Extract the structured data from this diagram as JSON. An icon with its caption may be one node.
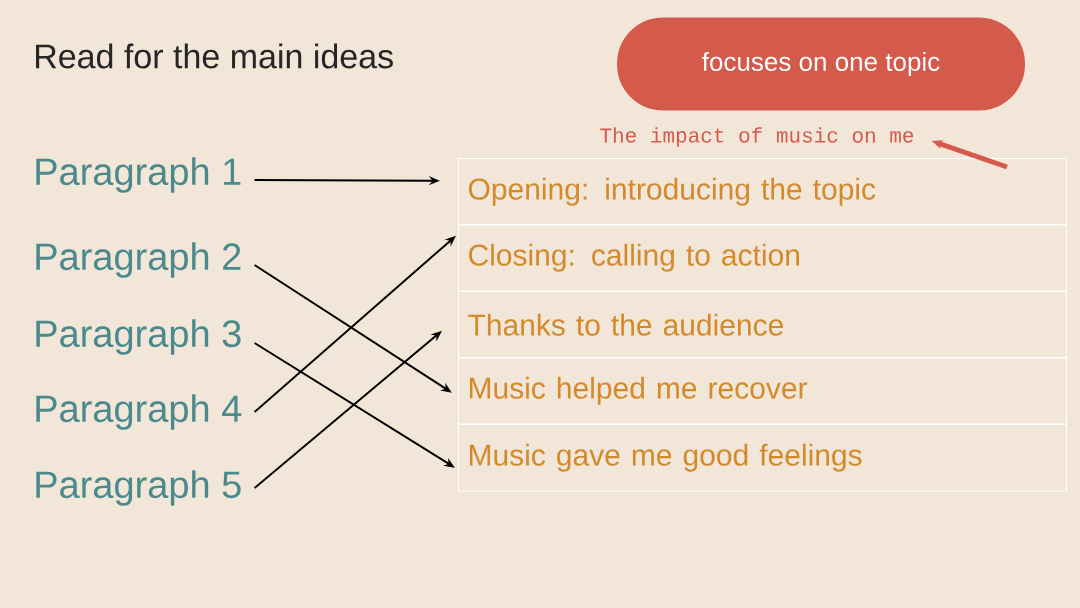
{
  "diagram": {
    "title": "Read for the main ideas",
    "nodes": [
      {
        "text": [
          "focuses on one topic"
        ]
      },
      {
        "text": [
          "The impact of music on me"
        ]
      },
      {
        "text": [
          "Paragraph 1"
        ]
      },
      {
        "text": [
          "Paragraph 2"
        ]
      },
      {
        "text": [
          "Paragraph 3"
        ]
      },
      {
        "text": [
          "Paragraph 4"
        ]
      },
      {
        "text": [
          "Paragraph 5"
        ]
      },
      {
        "text": [
          "Opening: introducing the topic"
        ]
      },
      {
        "text": [
          "Closing: calling to action"
        ]
      },
      {
        "text": [
          "Thanks to the audience"
        ]
      },
      {
        "text": [
          "Music helped me recover"
        ]
      },
      {
        "text": [
          "Music gave me good feelings"
        ]
      }
    ],
    "edges": [
      {
        "from": 7,
        "to": 1,
        "arrow": "to",
        "style": "thick",
        "color": "#d45b4c"
      },
      {
        "from": 2,
        "to": 7,
        "arrow": "to"
      },
      {
        "from": 3,
        "to": 10,
        "arrow": "to"
      },
      {
        "from": 4,
        "to": 11,
        "arrow": "to"
      },
      {
        "from": 5,
        "to": 8,
        "arrow": "to"
      },
      {
        "from": 6,
        "to": 9,
        "arrow": "to"
      }
    ]
  }
}
